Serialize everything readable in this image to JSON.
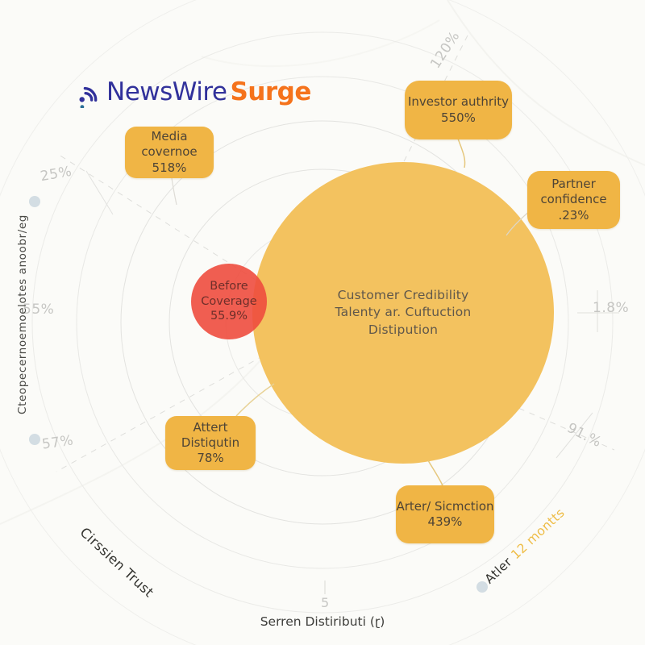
{
  "logo": {
    "brand": "NewsWire",
    "suffix": "Surge",
    "brand_color": "#31319b",
    "suffix_color": "#f5731c",
    "icon": "signal-waves-icon"
  },
  "chart_data": {
    "type": "bubble",
    "title": "Customer Credibility Talenty ar. Cuftuction Distipution",
    "title_lines": [
      "Customer Credibility",
      "Talenty ar. Cuftuction",
      "Distipution"
    ],
    "bubbles": [
      {
        "name": "main",
        "label": "Customer Credibility Talenty ar. Cuftuction Distipution",
        "color": "#f3c25f",
        "relative_size": "large"
      },
      {
        "name": "before",
        "label": "Before Coverage",
        "value": "55.9%",
        "color": "#ee4d3e",
        "relative_size": "small"
      }
    ],
    "callouts": [
      {
        "label": "Media covernoe",
        "value": "518%"
      },
      {
        "label": "Investor authrity",
        "value": "550%"
      },
      {
        "label": "Partner confidence",
        "value": ".23%"
      },
      {
        "label": "Attert Distiqutin",
        "value": "78%"
      },
      {
        "label": "Arter/ Sicmction",
        "value": "439%"
      }
    ],
    "ticks": {
      "left_upper": "25%",
      "left_mid": "55%",
      "left_lower": "57%",
      "top": "120%",
      "right_mid": "1.8%",
      "right_lower": "91.%",
      "bottom": "5"
    },
    "axes": {
      "y_label": "Cteopecernoemoelotes anoobr/eg",
      "x_label": "Serren Distiributi (ɽ)",
      "corner_left": "Cirssien Trust",
      "corner_right_dark": "Atler ",
      "corner_right_accent": "12 montts"
    },
    "colors": {
      "callout_fill": "#f0b545",
      "main_bubble_fill": "#f3c25f",
      "before_bubble_fill": "#ee4d3e",
      "grid": "#e6e6e3",
      "tick_text": "#c6c6c3",
      "accent_text": "#eebc45"
    },
    "legend_position": "none",
    "grid": true
  }
}
